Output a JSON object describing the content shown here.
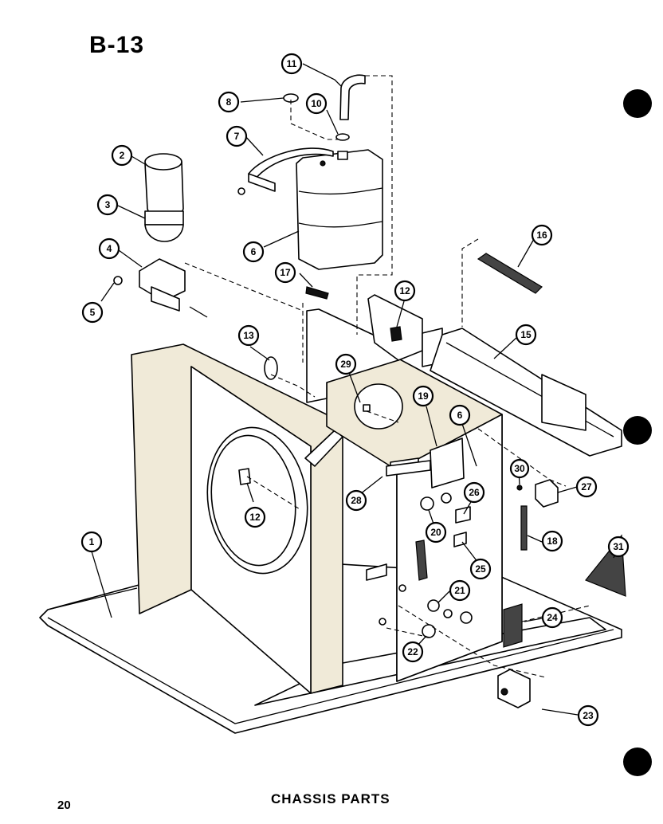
{
  "header": {
    "title": "B-13"
  },
  "footer": {
    "caption": "CHASSIS PARTS",
    "page_number": "20"
  },
  "callouts": {
    "c1": "1",
    "c2": "2",
    "c3": "3",
    "c4": "4",
    "c5": "5",
    "c6a": "6",
    "c6b": "6",
    "c7": "7",
    "c8": "8",
    "c10": "10",
    "c11": "11",
    "c12a": "12",
    "c12b": "12",
    "c13": "13",
    "c15": "15",
    "c16": "16",
    "c17": "17",
    "c18": "18",
    "c19": "19",
    "c20": "20",
    "c21": "21",
    "c22": "22",
    "c23": "23",
    "c24": "24",
    "c25": "25",
    "c26": "26",
    "c27": "27",
    "c28": "28",
    "c29": "29",
    "c30": "30",
    "c31": "31"
  }
}
